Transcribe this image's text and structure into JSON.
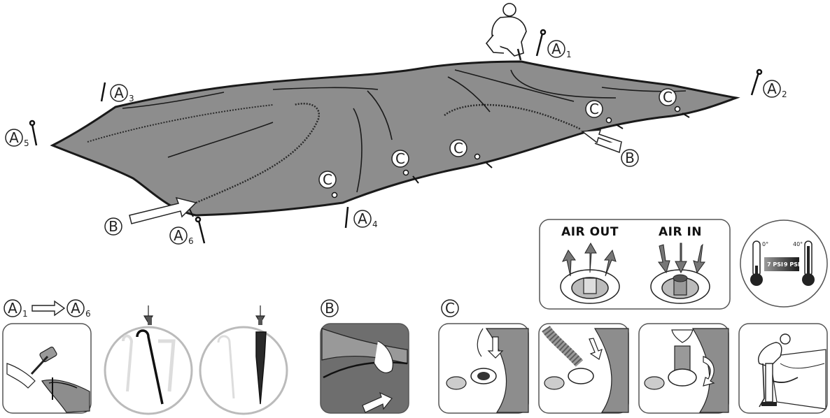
{
  "labels": {
    "stake_letter": "A",
    "edge_letter": "B",
    "valve_letter": "C",
    "stake_numbers": [
      "1",
      "2",
      "3",
      "4",
      "5",
      "6"
    ]
  },
  "steps": {
    "stakes_from_number": "1",
    "stakes_to_number": "6"
  },
  "valve_panel": {
    "air_out": "AIR OUT",
    "air_in": "AIR IN"
  },
  "pressure_panel": {
    "low_temp": "0°",
    "high_temp": "40°",
    "low_psi": "7 PSI",
    "high_psi": "9 PSI"
  },
  "colors": {
    "cover_fill": "#8d8d8d",
    "outline": "#1a1a1a",
    "panel_border": "#555555"
  }
}
